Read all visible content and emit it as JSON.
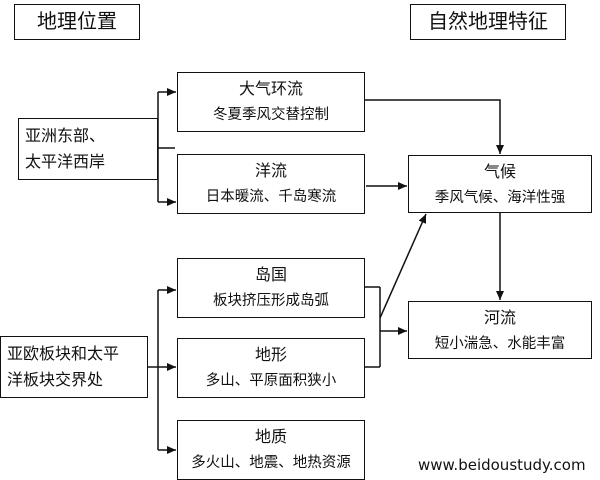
{
  "headers": {
    "location": "地理位置",
    "features": "自然地理特征"
  },
  "sources": {
    "asia_east": {
      "line1": "亚洲东部、",
      "line2": "太平洋西岸"
    },
    "plates": {
      "line1": "亚欧板块和太平",
      "line2": "洋板块交界处"
    }
  },
  "factors": {
    "circulation": {
      "title": "大气环流",
      "detail": "冬夏季风交替控制"
    },
    "currents": {
      "title": "洋流",
      "detail": "日本暖流、千岛寒流"
    },
    "island": {
      "title": "岛国",
      "detail": "板块挤压形成岛弧"
    },
    "terrain": {
      "title": "地形",
      "detail": "多山、平原面积狭小"
    },
    "geology": {
      "title": "地质",
      "detail": "多火山、地震、地热资源"
    }
  },
  "features": {
    "climate": {
      "title": "气候",
      "detail": "季风气候、海洋性强"
    },
    "rivers": {
      "title": "河流",
      "detail": "短小湍急、水能丰富"
    }
  },
  "footer": {
    "watermark": "www.beidoustudy.com"
  }
}
